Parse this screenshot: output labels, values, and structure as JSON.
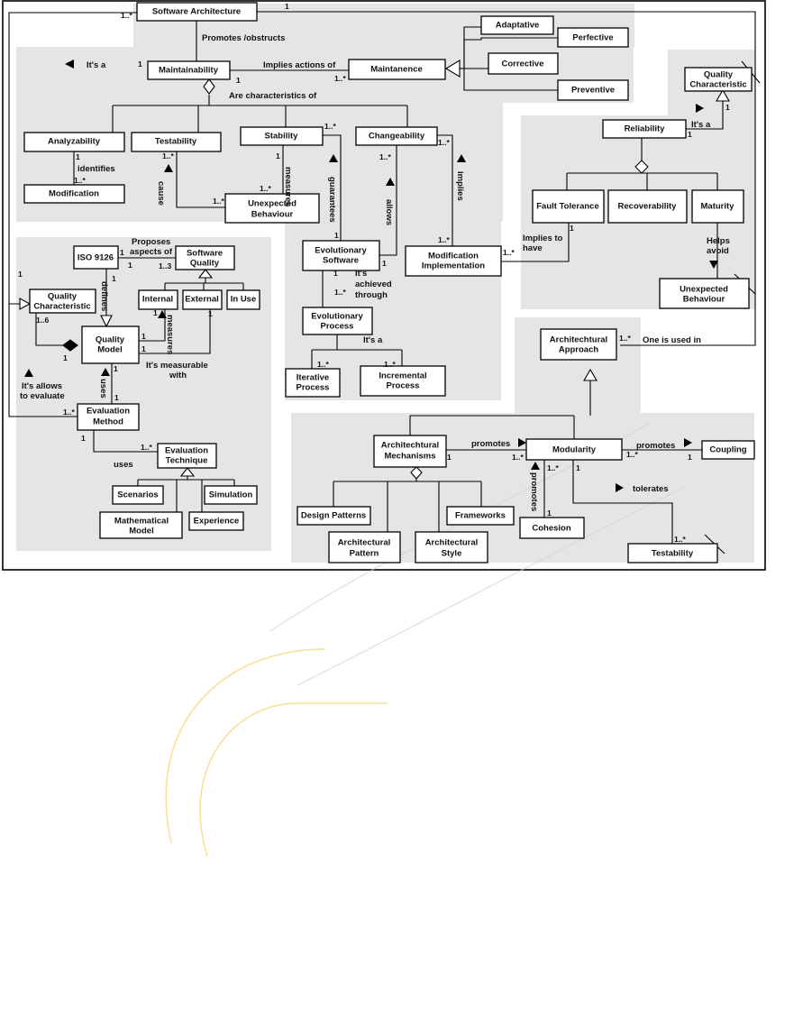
{
  "nodes": {
    "software_architecture": "Software Architecture",
    "maintainability": "Maintainability",
    "maintenance": "Maintanence",
    "adaptative": "Adaptative",
    "perfective": "Perfective",
    "corrective": "Corrective",
    "preventive": "Preventive",
    "analyzability": "Analyzability",
    "testability": "Testability",
    "stability": "Stability",
    "changeability": "Changeability",
    "modification": "Modification",
    "unexpected_behaviour": [
      "Unexpected",
      "Behaviour"
    ],
    "quality_characteristic_right": [
      "Quality",
      "Characteristic"
    ],
    "reliability": "Reliability",
    "fault_tolerance": "Fault Tolerance",
    "recoverability": "Recoverability",
    "maturity": "Maturity",
    "unexpected_behaviour_right": [
      "Unexpected",
      "Behaviour"
    ],
    "iso9126": "ISO 9126",
    "software_quality": [
      "Software",
      "Quality"
    ],
    "internal": "Internal",
    "external": "External",
    "in_use": "In Use",
    "quality_characteristic_left": [
      "Quality",
      "Characteristic"
    ],
    "quality_model": [
      "Quality",
      "Model"
    ],
    "evolutionary_software": [
      "Evolutionary",
      "Software"
    ],
    "evolutionary_process": [
      "Evolutionary",
      "Process"
    ],
    "iterative_process": [
      "Iterative",
      "Process"
    ],
    "incremental_process": [
      "Incremental",
      "Process"
    ],
    "modification_implementation": [
      "Modification",
      "Implementation"
    ],
    "evaluation_method": [
      "Evaluation",
      "Method"
    ],
    "evaluation_technique": [
      "Evaluation",
      "Technique"
    ],
    "scenarios": "Scenarios",
    "simulation": "Simulation",
    "mathematical_model": [
      "Mathematical",
      "Model"
    ],
    "experience": "Experience",
    "architectural_approach": [
      "Architechtural",
      "Approach"
    ],
    "architectural_mechanisms": [
      "Architechtural",
      "Mechanisms"
    ],
    "modularity": "Modularity",
    "coupling": "Coupling",
    "design_patterns": "Design Patterns",
    "frameworks": "Frameworks",
    "architectural_pattern": [
      "Architectural",
      "Pattern"
    ],
    "architectural_style": [
      "Architectural",
      "Style"
    ],
    "cohesion": "Cohesion",
    "testability_bottom": "Testability"
  },
  "labels": {
    "promotes_obstructs": "Promotes /obstructs",
    "its_a_top": "It's a",
    "implies_actions_of": "Implies actions of",
    "are_characteristics_of": "Are characteristics of",
    "identifies": "identifies",
    "cause": "cause",
    "measures_stab": "measures",
    "guarantees": "guarantees",
    "allows": "allows",
    "implies": "implies",
    "its_a_rel": "It's a",
    "implies_to_have": [
      "Implies to",
      "have"
    ],
    "helps_avoid": [
      "Helps",
      "avoid"
    ],
    "proposes_aspects_of": [
      "Proposes",
      "aspects of"
    ],
    "defines": "defines",
    "measures_qm": "measures",
    "its_measurable_with": [
      "It's measurable",
      "with"
    ],
    "its_allows_to_evaluate": [
      "It's allows",
      "to evaluate"
    ],
    "uses_vertical": "uses",
    "uses_horizontal": "uses",
    "its_achieved_through": [
      "It's",
      "achieved",
      "through"
    ],
    "its_a_proc": "It's a",
    "one_is_used_in": "One is used in",
    "promotes_mech": "promotes",
    "promotes_coupling": "promotes",
    "promotes_cohesion": "promotes",
    "tolerates": "tolerates"
  },
  "multiplicities": {
    "sa_left": "1..*",
    "sa_right": "1",
    "maint_left": "1",
    "maint_right": "1",
    "maint_impl": "1..*",
    "anal_top": "1",
    "anal_bottom": "1..*",
    "test_bottom": "1..*",
    "stab_right": "1..*",
    "stab_bottom": "1",
    "ub_top": "1..*",
    "ub_left": "1..*",
    "chg_bottom": "1..*",
    "chg_right": "1..*",
    "qcr_bottom": "1",
    "rel_left": "1",
    "ft_bottom": "1",
    "iso_one": "1",
    "iso_right": "1",
    "sq_bottom": "1..3",
    "qcl_top": "1",
    "qcl_six": "1..6",
    "qm_left": "1",
    "qm_right_a": "1",
    "qm_right_b": "1",
    "int_right": "1",
    "ext_bottom": "1",
    "qm_bottom": "1",
    "em_top": "1",
    "em_left": "1..*",
    "em_bottom": "1",
    "et_top": "1..*",
    "evs_top": "1",
    "evs_right": "1",
    "evs_bottom": "1",
    "evs_b2": "1..*",
    "mi_top": "1..*",
    "mi_right": "1..*",
    "it_top": "1..*",
    "inc_top": "1..*",
    "aa_right": "1..*",
    "am_right": "1",
    "mod_left": "1..*",
    "mod_right": "1..*",
    "coup_left": "1",
    "mod_bottom_a": "1..*",
    "mod_bottom_b": "1",
    "coh_top": "1",
    "tb_top": "1..*"
  },
  "colors": {
    "region_fill": "#e5e5e5",
    "box_fill": "#ffffff",
    "line": "#000000",
    "watermark_yellow": "#f2c23a"
  }
}
